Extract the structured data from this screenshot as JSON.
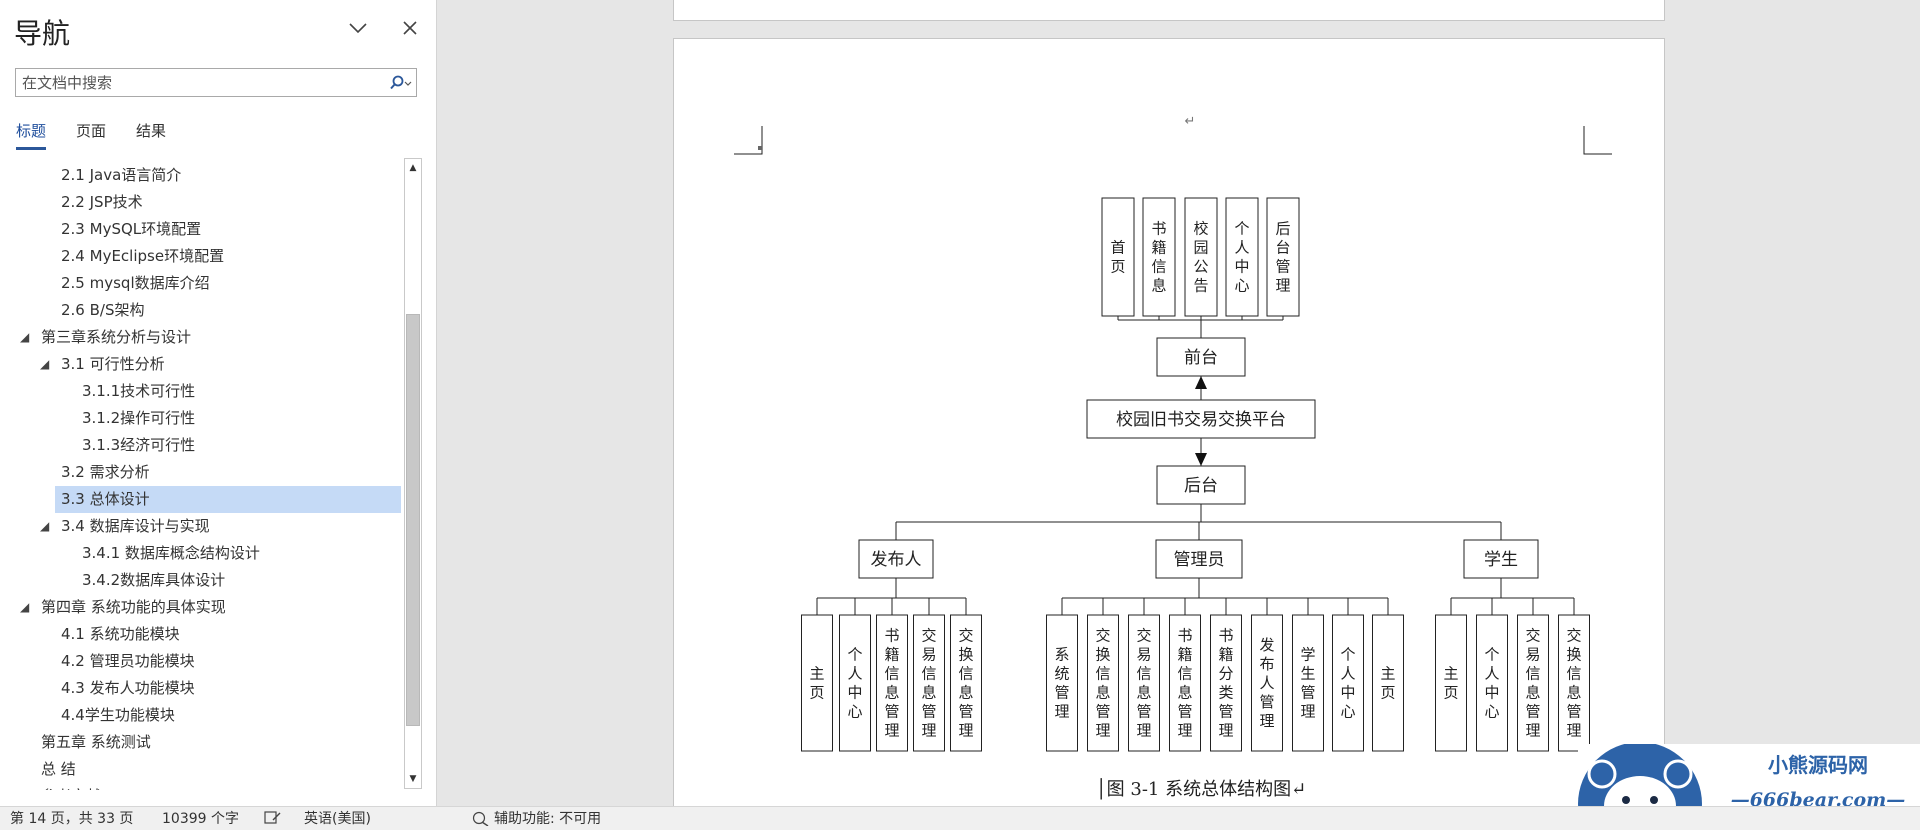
{
  "nav": {
    "title": "导航",
    "search_placeholder": "在文档中搜索",
    "tabs": [
      "标题",
      "页面",
      "结果"
    ],
    "items": [
      {
        "level": 2,
        "label": "2.1  Java语言简介",
        "expanded": null,
        "selected": false
      },
      {
        "level": 2,
        "label": "2.2  JSP技术",
        "expanded": null,
        "selected": false
      },
      {
        "level": 2,
        "label": "2.3  MySQL环境配置",
        "expanded": null,
        "selected": false
      },
      {
        "level": 2,
        "label": "2.4  MyEclipse环境配置",
        "expanded": null,
        "selected": false
      },
      {
        "level": 2,
        "label": "2.5  mysql数据库介绍",
        "expanded": null,
        "selected": false
      },
      {
        "level": 2,
        "label": "2.6  B/S架构",
        "expanded": null,
        "selected": false
      },
      {
        "level": 1,
        "label": "第三章系统分析与设计",
        "expanded": true,
        "selected": false
      },
      {
        "level": 2,
        "label": "3.1 可行性分析",
        "expanded": true,
        "selected": false
      },
      {
        "level": 3,
        "label": "3.1.1技术可行性",
        "expanded": null,
        "selected": false
      },
      {
        "level": 3,
        "label": "3.1.2操作可行性",
        "expanded": null,
        "selected": false
      },
      {
        "level": 3,
        "label": "3.1.3经济可行性",
        "expanded": null,
        "selected": false
      },
      {
        "level": 2,
        "label": "3.2  需求分析",
        "expanded": null,
        "selected": false
      },
      {
        "level": 2,
        "label": "3.3  总体设计",
        "expanded": null,
        "selected": true
      },
      {
        "level": 2,
        "label": "3.4  数据库设计与实现",
        "expanded": true,
        "selected": false
      },
      {
        "level": 3,
        "label": "3.4.1  数据库概念结构设计",
        "expanded": null,
        "selected": false
      },
      {
        "level": 3,
        "label": "3.4.2数据库具体设计",
        "expanded": null,
        "selected": false
      },
      {
        "level": 1,
        "label": "第四章  系统功能的具体实现",
        "expanded": true,
        "selected": false
      },
      {
        "level": 2,
        "label": "4.1  系统功能模块",
        "expanded": null,
        "selected": false
      },
      {
        "level": 2,
        "label": "4.2  管理员功能模块",
        "expanded": null,
        "selected": false
      },
      {
        "level": 2,
        "label": "4.3  发布人功能模块",
        "expanded": null,
        "selected": false
      },
      {
        "level": 2,
        "label": "4.4学生功能模块",
        "expanded": null,
        "selected": false
      },
      {
        "level": 1,
        "label": "第五章 系统测试",
        "expanded": null,
        "selected": false
      },
      {
        "level": 1,
        "label": "总 结",
        "expanded": null,
        "selected": false
      },
      {
        "level": 1,
        "label": "参考文献",
        "expanded": null,
        "selected": false
      }
    ]
  },
  "diagram": {
    "top_modules": [
      "首页",
      "书籍信息",
      "校园公告",
      "个人中心",
      "后台管理"
    ],
    "frontend": "前台",
    "platform": "校园旧书交易交换平台",
    "backend": "后台",
    "roles": [
      {
        "name": "发布人",
        "modules": [
          "主页",
          "个人中心",
          "书籍信息管理",
          "交易信息管理",
          "交换信息管理"
        ]
      },
      {
        "name": "管理员",
        "modules": [
          "系统管理",
          "交换信息管理",
          "交易信息管理",
          "书籍信息管理",
          "书籍分类管理",
          "发布人管理",
          "学生管理",
          "个人中心",
          "主页"
        ]
      },
      {
        "name": "学生",
        "modules": [
          "主页",
          "个人中心",
          "交易信息管理",
          "交换信息管理"
        ]
      }
    ],
    "caption": "图 3-1 系统总体结构图",
    "return_mark": "↵"
  },
  "logo": {
    "title": "小熊源码网",
    "url": "—666bear.com—"
  },
  "status": {
    "page": "第 14 页，共 33 页",
    "words": "10399 个字",
    "language": "英语(美国)",
    "accessibility": "辅助功能: 不可用"
  }
}
